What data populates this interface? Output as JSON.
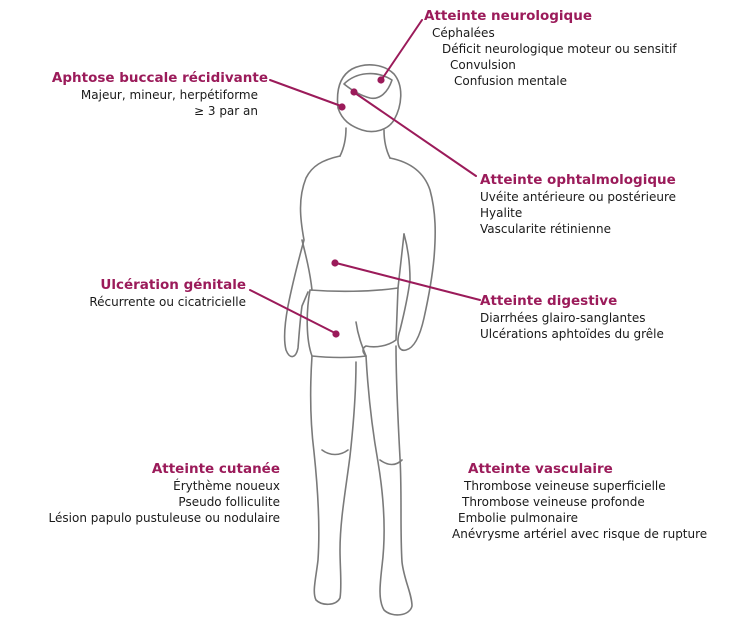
{
  "colors": {
    "accent": "#9b1b5a",
    "body_outline": "#7a7a7a",
    "text": "#1a1a1a"
  },
  "sections": {
    "neuro": {
      "title": "Atteinte neurologique",
      "items": [
        "Céphalées",
        "Déficit neurologique moteur ou sensitif",
        "Convulsion",
        "Confusion mentale"
      ]
    },
    "aphtose": {
      "title": "Aphtose buccale récidivante",
      "items": [
        "Majeur, mineur, herpétiforme",
        "≥ 3 par an"
      ]
    },
    "ophtalmo": {
      "title": "Atteinte ophtalmologique",
      "items": [
        "Uvéite antérieure ou postérieure",
        "Hyalite",
        "Vascularite rétinienne"
      ]
    },
    "genitale": {
      "title": "Ulcération génitale",
      "items": [
        "Récurrente ou cicatricielle"
      ]
    },
    "digestive": {
      "title": "Atteinte digestive",
      "items": [
        "Diarrhées glairo-sanglantes",
        "Ulcérations aphtoïdes du grêle"
      ]
    },
    "cutanee": {
      "title": "Atteinte cutanée",
      "items": [
        "Érythème noueux",
        "Pseudo folliculite",
        "Lésion papulo pustuleuse ou nodulaire"
      ]
    },
    "vasculaire": {
      "title": "Atteinte vasculaire",
      "items": [
        "Thrombose veineuse superficielle",
        "Thrombose veineuse profonde",
        "Embolie pulmonaire",
        "Anévrysme artériel avec risque de rupture"
      ]
    }
  }
}
